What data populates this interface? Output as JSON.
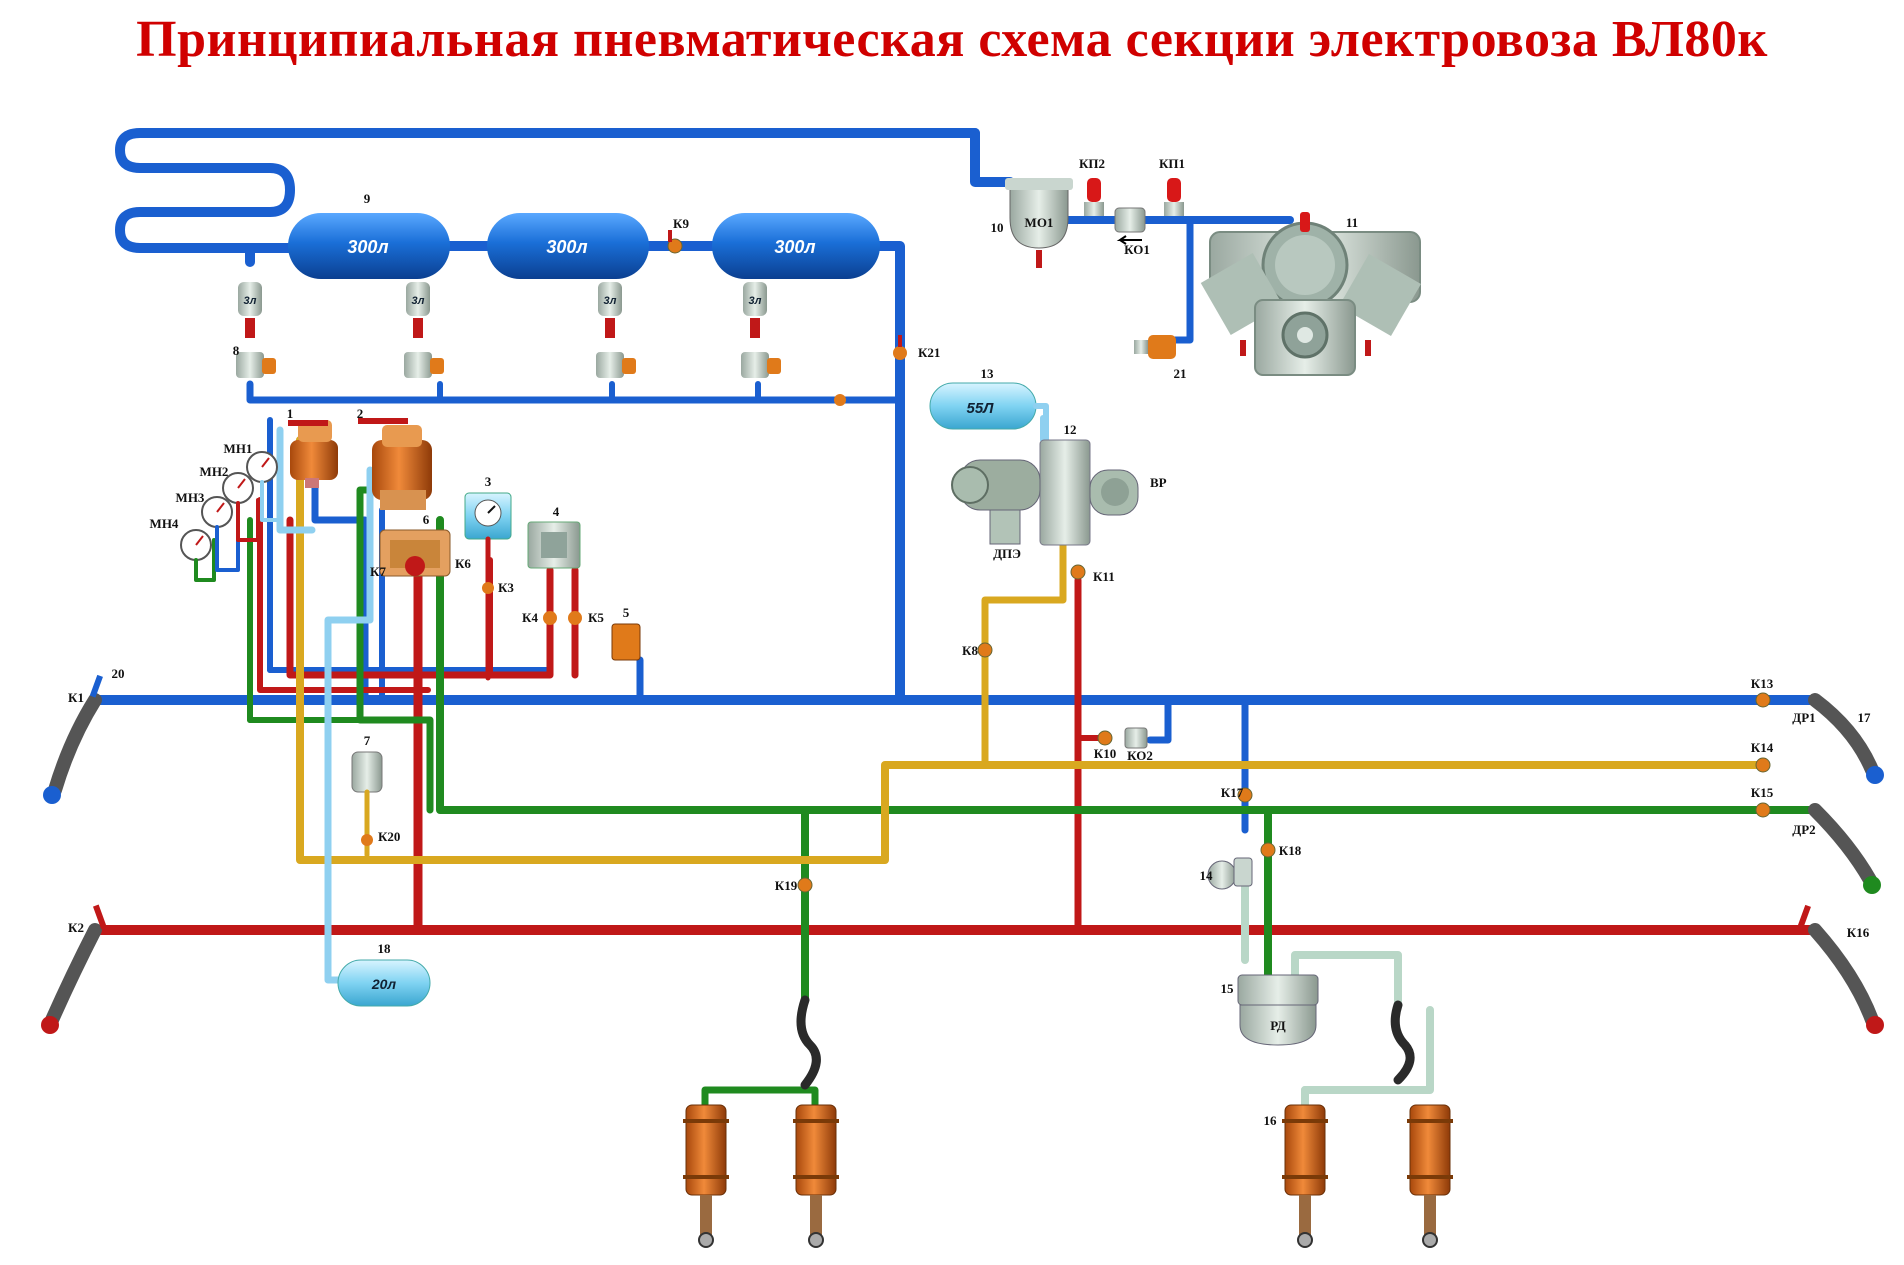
{
  "title": "Принципиальная пневматическая схема секции электровоза ВЛ80к",
  "colors": {
    "title": "#d00000",
    "main_reservoir_line": "#1a5fd0",
    "brake_line": "#c01818",
    "brake_cylinder_line": "#1f8a1f",
    "auxiliary_line": "#d9a820",
    "control_line": "#8fd0f0",
    "cylinder": "#e06a1a",
    "reservoir": "#1a6fd8"
  },
  "reservoirs": {
    "r9_1": "300л",
    "r9_2": "300л",
    "r9_3": "300л",
    "r13": "55Л",
    "r18": "20л",
    "drain": "3л"
  },
  "labels": {
    "n1": "1",
    "n2": "2",
    "n3": "3",
    "n4": "4",
    "n5": "5",
    "n6": "6",
    "n7": "7",
    "n8": "8",
    "n9": "9",
    "n10": "10",
    "n11": "11",
    "n12": "12",
    "n13": "13",
    "n14": "14",
    "n15": "15",
    "n16": "16",
    "n17": "17",
    "n18": "18",
    "n20": "20",
    "n21": "21",
    "k1": "К1",
    "k2": "К2",
    "k3": "К3",
    "k4": "К4",
    "k5": "К5",
    "k6": "К6",
    "k7": "К7",
    "k8": "К8",
    "k9": "К9",
    "k10": "К10",
    "k11": "К11",
    "k13": "К13",
    "k14": "К14",
    "k15": "К15",
    "k16": "К16",
    "k17": "К17",
    "k18": "К18",
    "k19": "К19",
    "k20": "К20",
    "k21": "К21",
    "kp1": "КП1",
    "kp2": "КП2",
    "mo1": "МО1",
    "ko1": "КО1",
    "ko2": "КО2",
    "mn1": "МН1",
    "mn2": "МН2",
    "mn3": "МН3",
    "mn4": "МН4",
    "vr": "ВР",
    "dpe": "ДПЭ",
    "rd": "РД",
    "dr1": "ДР1",
    "dr2": "ДР2"
  }
}
